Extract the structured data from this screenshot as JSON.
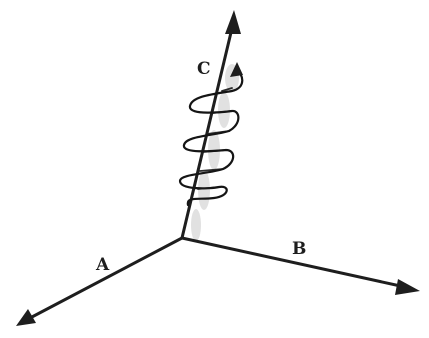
{
  "labels": {
    "a": "A",
    "b": "B",
    "c": "C"
  },
  "colors": {
    "ink": "#1e1e1e",
    "shadow": "#c8c8c8",
    "background": "#ffffff"
  }
}
